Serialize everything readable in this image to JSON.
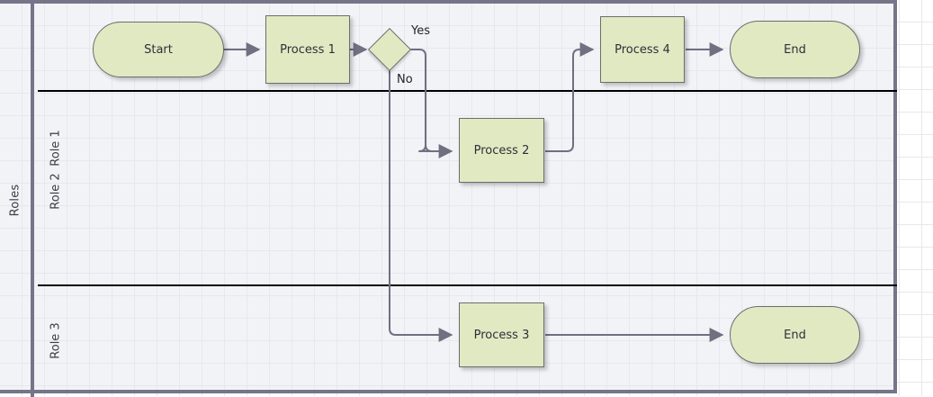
{
  "diagram": {
    "type": "swimlane-flowchart",
    "pool_title": "Roles",
    "lanes": [
      {
        "id": "lane-1",
        "label": "Role 1"
      },
      {
        "id": "lane-2",
        "label": "Role 2"
      },
      {
        "id": "lane-3",
        "label": "Role 3"
      }
    ],
    "nodes": [
      {
        "id": "start",
        "label": "Start",
        "shape": "terminator",
        "lane": "Role 1"
      },
      {
        "id": "process1",
        "label": "Process 1",
        "shape": "rectangle",
        "lane": "Role 1"
      },
      {
        "id": "decision",
        "label": "",
        "shape": "diamond",
        "lane": "Role 1"
      },
      {
        "id": "process4",
        "label": "Process 4",
        "shape": "rectangle",
        "lane": "Role 1"
      },
      {
        "id": "end-top",
        "label": "End",
        "shape": "terminator",
        "lane": "Role 1"
      },
      {
        "id": "process2",
        "label": "Process 2",
        "shape": "rectangle",
        "lane": "Role 2"
      },
      {
        "id": "process3",
        "label": "Process 3",
        "shape": "rectangle",
        "lane": "Role 3"
      },
      {
        "id": "end-bottom",
        "label": "End",
        "shape": "terminator",
        "lane": "Role 3"
      }
    ],
    "edge_labels": [
      {
        "id": "yes-label",
        "text": "Yes"
      },
      {
        "id": "no-label",
        "text": "No"
      }
    ],
    "colors": {
      "shape_fill": "#e1e9c3",
      "shape_stroke": "#6d6d6d",
      "pool_border": "#757589",
      "lane_divider": "#000000",
      "connector": "#6f7080",
      "lane_background": "#f2f3f7"
    }
  }
}
